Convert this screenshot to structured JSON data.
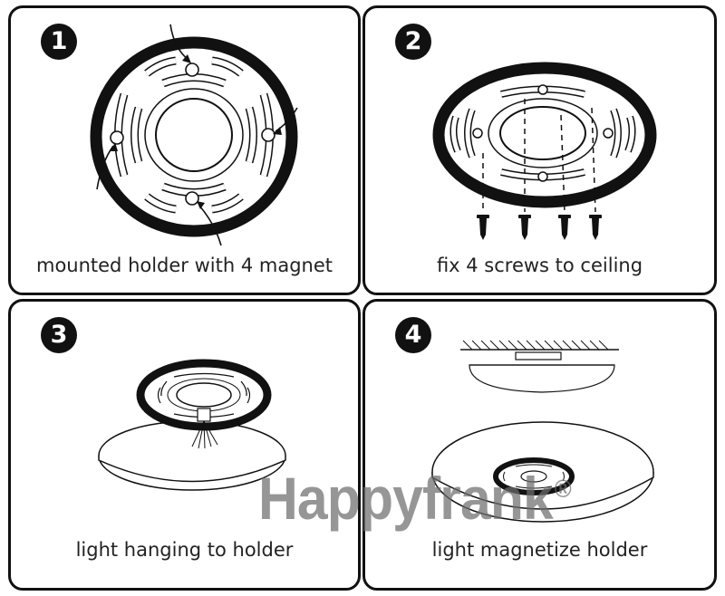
{
  "steps": [
    {
      "number": "1",
      "caption": "mounted holder with 4 magnet"
    },
    {
      "number": "2",
      "caption": "fix 4 screws to ceiling"
    },
    {
      "number": "3",
      "caption": "light hanging to holder"
    },
    {
      "number": "4",
      "caption": "light magnetize holder"
    }
  ],
  "watermark": {
    "text": "Happyfrank",
    "mark": "®"
  }
}
